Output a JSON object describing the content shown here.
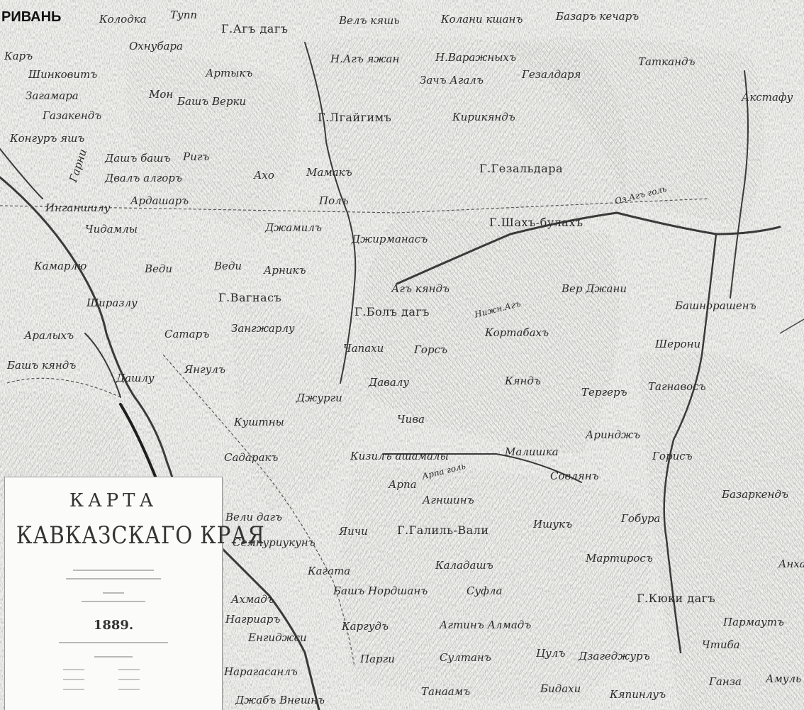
{
  "map": {
    "places": [
      {
        "id": "rivan",
        "text": "РИВАНЬ",
        "kind": "big"
      },
      {
        "id": "kolodka",
        "text": "Колодка",
        "kind": ""
      },
      {
        "id": "tyup",
        "text": "Тупп",
        "kind": ""
      },
      {
        "id": "ag-dag",
        "text": "Г.Агъ дагъ",
        "kind": "peak"
      },
      {
        "id": "kyash",
        "text": "Велъ кяшь",
        "kind": ""
      },
      {
        "id": "kolani",
        "text": "Колани кшанъ",
        "kind": ""
      },
      {
        "id": "bazar",
        "text": "Базаръ кечаръ",
        "kind": ""
      },
      {
        "id": "kar",
        "text": "Каръ",
        "kind": ""
      },
      {
        "id": "okhnubara",
        "text": "Охнубара",
        "kind": ""
      },
      {
        "id": "n-agh",
        "text": "Н.Агъ яжан",
        "kind": ""
      },
      {
        "id": "varazhn",
        "text": "Н.Варажныхъ",
        "kind": ""
      },
      {
        "id": "shinkov",
        "text": "Шинковитъ",
        "kind": ""
      },
      {
        "id": "artik",
        "text": "Артыкъ",
        "kind": ""
      },
      {
        "id": "zach",
        "text": "Зачъ Агалъ",
        "kind": ""
      },
      {
        "id": "gezaldara",
        "text": "Гезалдаря",
        "kind": ""
      },
      {
        "id": "tatkand",
        "text": "Таткандъ",
        "kind": ""
      },
      {
        "id": "zagamara",
        "text": "Загамара",
        "kind": ""
      },
      {
        "id": "mon",
        "text": "Мон",
        "kind": ""
      },
      {
        "id": "bash-verki",
        "text": "Башъ Верки",
        "kind": ""
      },
      {
        "id": "gazakend",
        "text": "Газакендъ",
        "kind": ""
      },
      {
        "id": "g-lgain",
        "text": "Г.Лгайгимъ",
        "kind": "peak"
      },
      {
        "id": "kirikend",
        "text": "Кирикяндъ",
        "kind": ""
      },
      {
        "id": "akstafa",
        "text": "Акстафу",
        "kind": ""
      },
      {
        "id": "kongur",
        "text": "Конгуръ яшъ",
        "kind": ""
      },
      {
        "id": "dash-bash",
        "text": "Дашъ башъ",
        "kind": ""
      },
      {
        "id": "rig",
        "text": "Ригъ",
        "kind": ""
      },
      {
        "id": "g-gezaldara",
        "text": "Г.Гезальдара",
        "kind": "peak"
      },
      {
        "id": "garny",
        "text": "Гарни",
        "kind": "rotv"
      },
      {
        "id": "dvaln",
        "text": "Двалъ алгоръ",
        "kind": ""
      },
      {
        "id": "akho",
        "text": "Ахо",
        "kind": ""
      },
      {
        "id": "mamak",
        "text": "Мамакъ",
        "kind": ""
      },
      {
        "id": "chagal",
        "text": "Оз.Агъ голь",
        "kind": "smallrot"
      },
      {
        "id": "ingashil",
        "text": "Инганшилу",
        "kind": ""
      },
      {
        "id": "ardashar",
        "text": "Ардашаръ",
        "kind": ""
      },
      {
        "id": "pol",
        "text": "Полъ",
        "kind": ""
      },
      {
        "id": "g-shakh",
        "text": "Г.Шахъ-булахъ",
        "kind": "peak"
      },
      {
        "id": "chidamly",
        "text": "Чидамлы",
        "kind": ""
      },
      {
        "id": "dzhamil",
        "text": "Джамилъ",
        "kind": ""
      },
      {
        "id": "dzhirman",
        "text": "Джирманасъ",
        "kind": ""
      },
      {
        "id": "kamarlu",
        "text": "Камарлю",
        "kind": ""
      },
      {
        "id": "vedi",
        "text": "Веди",
        "kind": ""
      },
      {
        "id": "vedi2",
        "text": "Веди",
        "kind": ""
      },
      {
        "id": "arnik",
        "text": "Арникъ",
        "kind": ""
      },
      {
        "id": "ag-kyand",
        "text": "Агъ кяндъ",
        "kind": ""
      },
      {
        "id": "ver-dzhani",
        "text": "Вер Джани",
        "kind": ""
      },
      {
        "id": "shirazlu",
        "text": "Ширазлу",
        "kind": ""
      },
      {
        "id": "g-vagnas",
        "text": "Г.Вагнасъ",
        "kind": "peak"
      },
      {
        "id": "g-bol-dag",
        "text": "Г.Болъ дагъ",
        "kind": "peak"
      },
      {
        "id": "bash-norashen",
        "text": "Башнорашенъ",
        "kind": ""
      },
      {
        "id": "zanglu",
        "text": "Зангжарлу",
        "kind": ""
      },
      {
        "id": "nizh",
        "text": "Нижн.Агъ",
        "kind": "smallrot"
      },
      {
        "id": "kortabakh",
        "text": "Кортабахъ",
        "kind": ""
      },
      {
        "id": "aralykh",
        "text": "Аралыхъ",
        "kind": ""
      },
      {
        "id": "satar",
        "text": "Сатаръ",
        "kind": ""
      },
      {
        "id": "chapakh",
        "text": "Чапахи",
        "kind": ""
      },
      {
        "id": "gorts",
        "text": "Горсъ",
        "kind": ""
      },
      {
        "id": "sheron",
        "text": "Шерони",
        "kind": ""
      },
      {
        "id": "bash-kyant",
        "text": "Башъ кяндъ",
        "kind": ""
      },
      {
        "id": "dashlu",
        "text": "Дашлу",
        "kind": ""
      },
      {
        "id": "yangul",
        "text": "Янгулъ",
        "kind": ""
      },
      {
        "id": "daval",
        "text": "Давалу",
        "kind": ""
      },
      {
        "id": "kyant2",
        "text": "Кяндъ",
        "kind": ""
      },
      {
        "id": "tertar",
        "text": "Тергеръ",
        "kind": ""
      },
      {
        "id": "tagnavos",
        "text": "Тагнавосъ",
        "kind": ""
      },
      {
        "id": "dzhurgi",
        "text": "Джурги",
        "kind": ""
      },
      {
        "id": "chiva",
        "text": "Чива",
        "kind": ""
      },
      {
        "id": "kushtchi",
        "text": "Куштны",
        "kind": ""
      },
      {
        "id": "arinj",
        "text": "Аринджъ",
        "kind": ""
      },
      {
        "id": "sadarak",
        "text": "Садаракъ",
        "kind": ""
      },
      {
        "id": "kizil",
        "text": "Кизилъ ашамалы",
        "kind": ""
      },
      {
        "id": "malishka",
        "text": "Малишка",
        "kind": ""
      },
      {
        "id": "sovlan",
        "text": "Совлянъ",
        "kind": ""
      },
      {
        "id": "gorus",
        "text": "Горисъ",
        "kind": ""
      },
      {
        "id": "bazarkend",
        "text": "Базаркендъ",
        "kind": ""
      },
      {
        "id": "arpa",
        "text": "Арпа",
        "kind": ""
      },
      {
        "id": "arpa-gel",
        "text": "Арпа голь",
        "kind": "smallrot"
      },
      {
        "id": "agnshin",
        "text": "Агншинъ",
        "kind": ""
      },
      {
        "id": "veli",
        "text": "Вели дагъ",
        "kind": ""
      },
      {
        "id": "ishuk",
        "text": "Ишукъ",
        "kind": ""
      },
      {
        "id": "gobura",
        "text": "Гобура",
        "kind": ""
      },
      {
        "id": "yaikhi",
        "text": "Яичи",
        "kind": ""
      },
      {
        "id": "g-gamal",
        "text": "Г.Галиль-Вали",
        "kind": "peak"
      },
      {
        "id": "sempuri",
        "text": "Семпуриукунъ",
        "kind": ""
      },
      {
        "id": "kagata",
        "text": "Кагата",
        "kind": ""
      },
      {
        "id": "kaladash",
        "text": "Каладашъ",
        "kind": ""
      },
      {
        "id": "martirosh",
        "text": "Мартиросъ",
        "kind": ""
      },
      {
        "id": "ankha",
        "text": "Анха",
        "kind": ""
      },
      {
        "id": "bash-nordchan",
        "text": "Башъ Нордшанъ",
        "kind": ""
      },
      {
        "id": "sufla",
        "text": "Суфла",
        "kind": ""
      },
      {
        "id": "akhmad",
        "text": "Ахмадъ",
        "kind": ""
      },
      {
        "id": "g-kyuki",
        "text": "Г.Кюки дагъ",
        "kind": "peak"
      },
      {
        "id": "nagrar",
        "text": "Нагриаръ",
        "kind": ""
      },
      {
        "id": "kerpuz",
        "text": "Каргудъ",
        "kind": ""
      },
      {
        "id": "agtin",
        "text": "Агтинъ Алмадъ",
        "kind": ""
      },
      {
        "id": "parmaut",
        "text": "Пармаутъ",
        "kind": ""
      },
      {
        "id": "engishi",
        "text": "Енгиджси",
        "kind": ""
      },
      {
        "id": "nargi",
        "text": "Парги",
        "kind": ""
      },
      {
        "id": "sultan",
        "text": "Султанъ",
        "kind": ""
      },
      {
        "id": "tsul",
        "text": "Цулъ",
        "kind": ""
      },
      {
        "id": "dzagedzhur",
        "text": "Дзагеджуръ",
        "kind": ""
      },
      {
        "id": "chtiba",
        "text": "Чтиба",
        "kind": ""
      },
      {
        "id": "nargasanl",
        "text": "Нарагасанлъ",
        "kind": ""
      },
      {
        "id": "tanaham",
        "text": "Танаамъ",
        "kind": ""
      },
      {
        "id": "bidakh",
        "text": "Бидахи",
        "kind": ""
      },
      {
        "id": "kyapinlu",
        "text": "Кяпинлуъ",
        "kind": ""
      },
      {
        "id": "ganza",
        "text": "Ганза",
        "kind": ""
      },
      {
        "id": "amuli",
        "text": "Амуль",
        "kind": ""
      },
      {
        "id": "dzhab",
        "text": "Джабъ Внешнъ",
        "kind": ""
      }
    ]
  },
  "title_card": {
    "word1": "КАРТА",
    "word2": "КАВКАЗСКАГО КРАЯ",
    "year": "1889."
  }
}
